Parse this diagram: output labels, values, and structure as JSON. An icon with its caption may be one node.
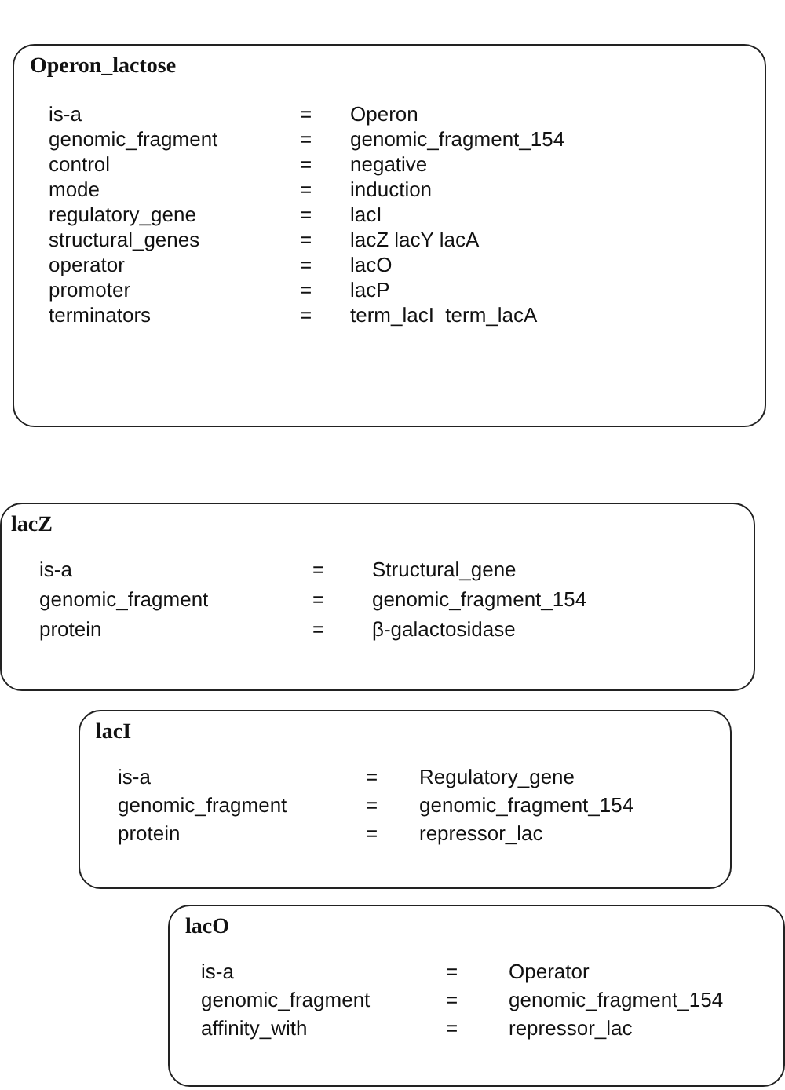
{
  "diagram": {
    "nodes": [
      {
        "text": [
          "Operon_lactose",
          "is-a",
          "=",
          "Operon",
          "genomic_fragment",
          "=",
          "genomic_fragment_154",
          "control",
          "=",
          "negative",
          "mode",
          "=",
          "induction",
          "regulatory_gene",
          "=",
          "lacI",
          "structural_genes",
          "=",
          "lacZ lacY lacA",
          "operator",
          "=",
          "lacO",
          "promoter",
          "=",
          "lacP",
          "terminators",
          "=",
          "term_lacI  term_lacA"
        ]
      },
      {
        "text": [
          "lacZ",
          "is-a",
          "=",
          "Structural_gene",
          "genomic_fragment",
          "=",
          "genomic_fragment_154",
          "protein",
          "=",
          "β-galactosidase"
        ]
      },
      {
        "text": [
          "lacI",
          "is-a",
          "=",
          "Regulatory_gene",
          "genomic_fragment",
          "=",
          "genomic_fragment_154",
          "protein",
          "=",
          "repressor_lac"
        ]
      },
      {
        "text": [
          "lacO",
          "is-a",
          "=",
          "Operator",
          "genomic_fragment",
          "=",
          "genomic_fragment_154",
          "affinity_with",
          "=",
          "repressor_lac"
        ]
      }
    ]
  }
}
